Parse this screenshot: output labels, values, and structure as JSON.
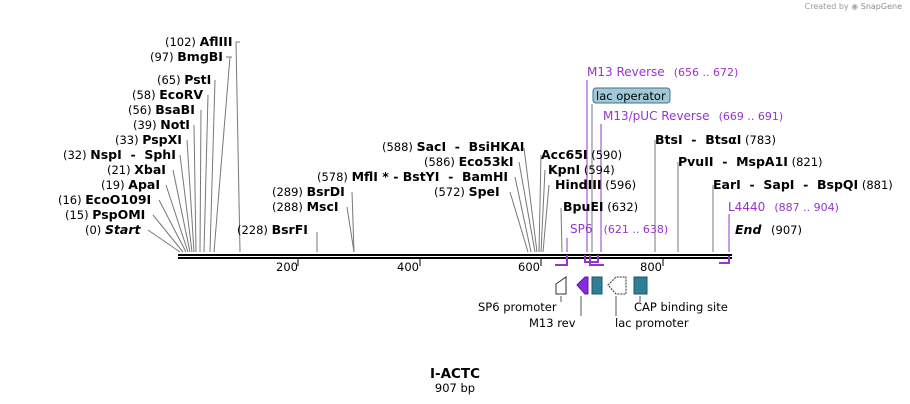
{
  "credit": {
    "prefix": "Created by",
    "brand": "SnapGene"
  },
  "title": "I-ACTC",
  "length_label": "907 bp",
  "sequence_length": 907,
  "enzymes": [
    {
      "name": "Start",
      "pos": 0,
      "label": "(0)",
      "italic": true
    },
    {
      "name": "PspOMI",
      "pos": 15,
      "label": "(15)"
    },
    {
      "name": "EcoO109I",
      "pos": 16,
      "label": "(16)"
    },
    {
      "name": "ApaI",
      "pos": 19,
      "label": "(19)"
    },
    {
      "name": "XbaI",
      "pos": 21,
      "label": "(21)"
    },
    {
      "name": "NspI  -  SphI",
      "pos": 32,
      "label": "(32)"
    },
    {
      "name": "PspXI",
      "pos": 33,
      "label": "(33)"
    },
    {
      "name": "NotI",
      "pos": 39,
      "label": "(39)"
    },
    {
      "name": "BsaBI",
      "pos": 56,
      "label": "(56)"
    },
    {
      "name": "EcoRV",
      "pos": 58,
      "label": "(58)"
    },
    {
      "name": "PstI",
      "pos": 65,
      "label": "(65)"
    },
    {
      "name": "BmgBI",
      "pos": 97,
      "label": "(97)"
    },
    {
      "name": "AflIII",
      "pos": 102,
      "label": "(102)"
    },
    {
      "name": "BsrFI",
      "pos": 228,
      "label": "(228)"
    },
    {
      "name": "MscI",
      "pos": 288,
      "label": "(288)"
    },
    {
      "name": "BsrDI",
      "pos": 289,
      "label": "(289)"
    },
    {
      "name": "MflI * - BstYI  -  BamHI",
      "pos": 578,
      "label": "(578)"
    },
    {
      "name": "SpeI",
      "pos": 572,
      "label": "(572)"
    },
    {
      "name": "Eco53kI",
      "pos": 586,
      "label": "(586)"
    },
    {
      "name": "SacI  -  BsiHKAI",
      "pos": 588,
      "label": "(588)"
    },
    {
      "name": "Acc65I",
      "pos": 590,
      "label": "(590)"
    },
    {
      "name": "KpnI",
      "pos": 594,
      "label": "(594)"
    },
    {
      "name": "HindIII",
      "pos": 596,
      "label": "(596)"
    },
    {
      "name": "BpuEI",
      "pos": 632,
      "label": "(632)"
    },
    {
      "name": "BtsI  -  BtsαI",
      "pos": 783,
      "label": "(783)"
    },
    {
      "name": "PvuII  -  MspA1I",
      "pos": 821,
      "label": "(821)"
    },
    {
      "name": "EarI  -  SapI  -  BspQI",
      "pos": 881,
      "label": "(881)"
    },
    {
      "name": "End",
      "pos": 907,
      "label": "(907)",
      "italic": true
    }
  ],
  "primers": [
    {
      "name": "M13 Reverse",
      "range": "(656 .. 672)"
    },
    {
      "name": "M13/pUC Reverse",
      "range": "(669 .. 691)"
    },
    {
      "name": "SP6",
      "range": "(621 .. 638)"
    },
    {
      "name": "L4440",
      "range": "(887 .. 904)"
    }
  ],
  "boxed_feature": {
    "name": "lac operator"
  },
  "ruler_ticks": [
    "200",
    "400",
    "600",
    "800"
  ],
  "features": [
    {
      "name": "SP6 promoter"
    },
    {
      "name": "M13 rev"
    },
    {
      "name": "lac promoter"
    },
    {
      "name": "CAP binding site"
    }
  ],
  "colors": {
    "primer": "#9933cc",
    "feature_teal": "#2e7f96",
    "operator_box": "#9fc9d8",
    "m13rev": "#8a2be2"
  }
}
